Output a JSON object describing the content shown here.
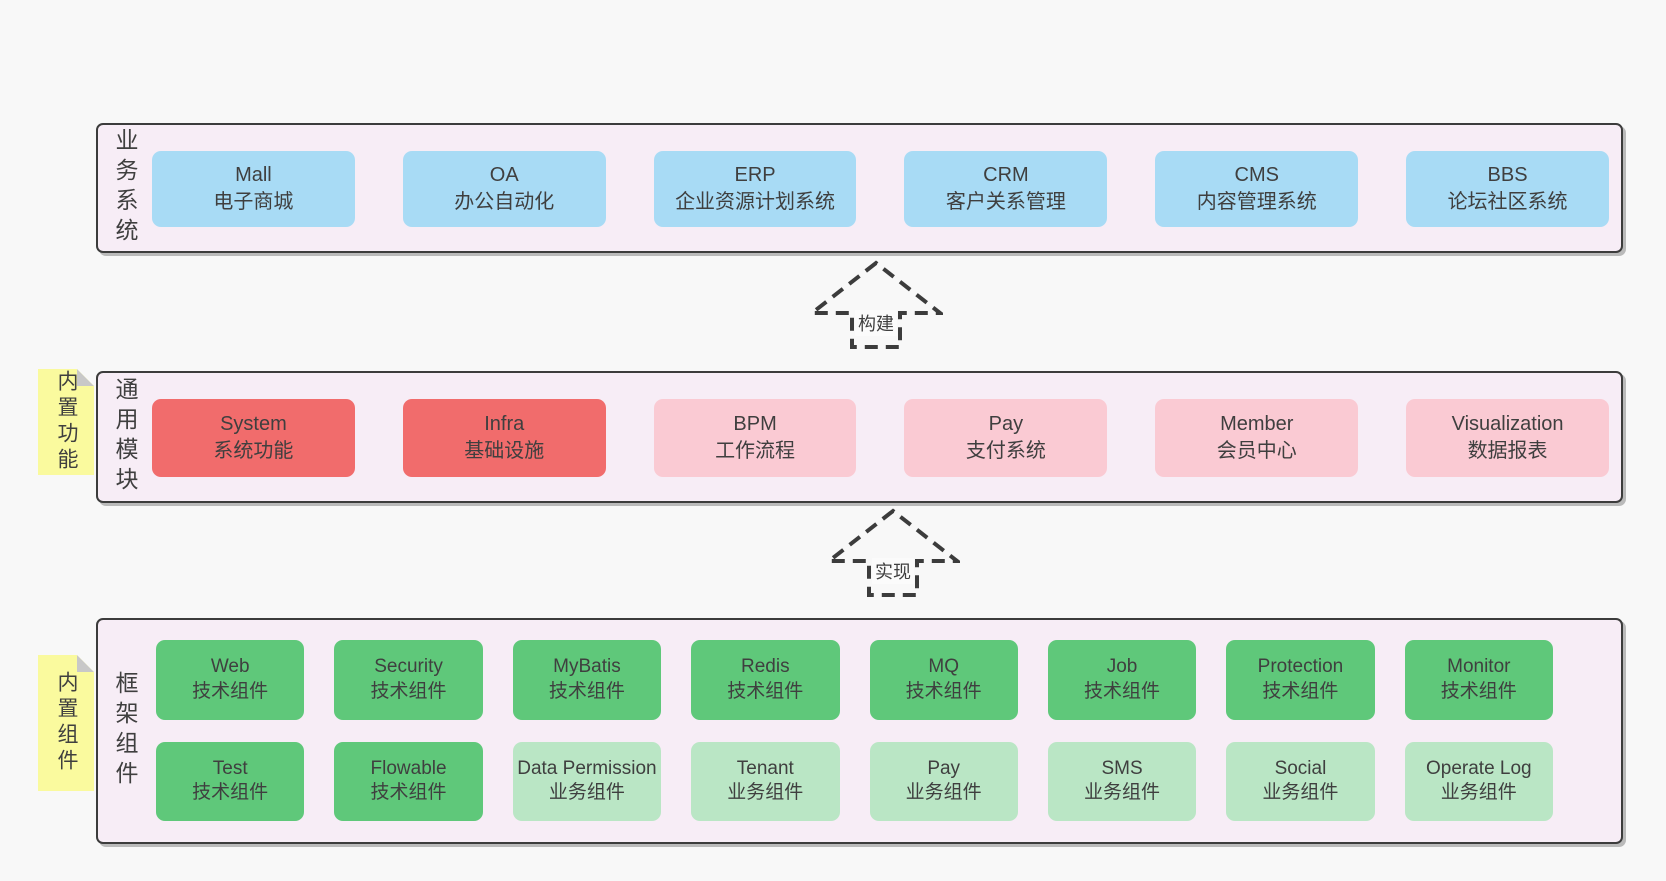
{
  "colors": {
    "page-bg": "#f8f8f8",
    "panel-bg": "#f7edf6",
    "line": "#3c3c3c",
    "text": "#3f3f3f",
    "blue": "#a8dbf5",
    "red": "#f16c6c",
    "pink": "#facad3",
    "green": "#5fc87a",
    "light-green": "#bae6c5",
    "note": "#fafa9e",
    "fold": "#c8c8c8"
  },
  "arrows": [
    {
      "label": "构建"
    },
    {
      "label": "实现"
    }
  ],
  "layers": [
    {
      "label": "业务系统",
      "boxes": [
        {
          "name": "Mall",
          "desc": "电子商城"
        },
        {
          "name": "OA",
          "desc": "办公自动化"
        },
        {
          "name": "ERP",
          "desc": "企业资源计划系统"
        },
        {
          "name": "CRM",
          "desc": "客户关系管理"
        },
        {
          "name": "CMS",
          "desc": "内容管理系统"
        },
        {
          "name": "BBS",
          "desc": "论坛社区系统"
        }
      ]
    },
    {
      "label": "通用模块",
      "note": "内置功能",
      "boxes": [
        {
          "name": "System",
          "desc": "系统功能"
        },
        {
          "name": "Infra",
          "desc": "基础设施"
        },
        {
          "name": "BPM",
          "desc": "工作流程"
        },
        {
          "name": "Pay",
          "desc": "支付系统"
        },
        {
          "name": "Member",
          "desc": "会员中心"
        },
        {
          "name": "Visualization",
          "desc": "数据报表"
        }
      ]
    },
    {
      "label": "框架组件",
      "note": "内置组件",
      "boxes": [
        {
          "name": "Web",
          "desc": "技术组件"
        },
        {
          "name": "Security",
          "desc": "技术组件"
        },
        {
          "name": "MyBatis",
          "desc": "技术组件"
        },
        {
          "name": "Redis",
          "desc": "技术组件"
        },
        {
          "name": "MQ",
          "desc": "技术组件"
        },
        {
          "name": "Job",
          "desc": "技术组件"
        },
        {
          "name": "Protection",
          "desc": "技术组件"
        },
        {
          "name": "Monitor",
          "desc": "技术组件"
        },
        {
          "name": "Test",
          "desc": "技术组件"
        },
        {
          "name": "Flowable",
          "desc": "技术组件"
        },
        {
          "name": "Data Permission",
          "desc": "业务组件"
        },
        {
          "name": "Tenant",
          "desc": "业务组件"
        },
        {
          "name": "Pay",
          "desc": "业务组件"
        },
        {
          "name": "SMS",
          "desc": "业务组件"
        },
        {
          "name": "Social",
          "desc": "业务组件"
        },
        {
          "name": "Operate Log",
          "desc": "业务组件"
        }
      ]
    }
  ]
}
